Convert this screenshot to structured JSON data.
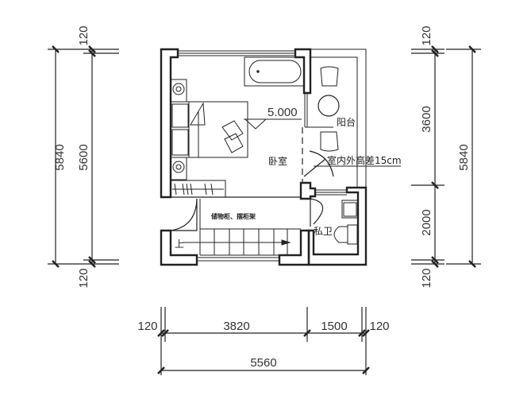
{
  "plan": {
    "rooms": {
      "bedroom": "卧室",
      "balcony": "阳台",
      "bathroom": "私卫",
      "storage_note": "储物柜、摆柜架"
    },
    "elevation": "5.000",
    "height_note": "室内外高差15cm",
    "stair_up": "上"
  },
  "dimensions": {
    "left": {
      "outer_total": "5840",
      "inner_total": "5600",
      "top_wall": "120",
      "bottom_wall": "120"
    },
    "right": {
      "top_wall": "120",
      "upper": "3600",
      "lower": "2000",
      "bottom_wall": "120",
      "outer_total": "5840"
    },
    "bottom": {
      "left_wall": "120",
      "main": "3820",
      "side": "1500",
      "right_wall": "120",
      "total": "5560"
    }
  },
  "colors": {
    "line": "#111111",
    "text": "#333333",
    "background": "#ffffff"
  }
}
